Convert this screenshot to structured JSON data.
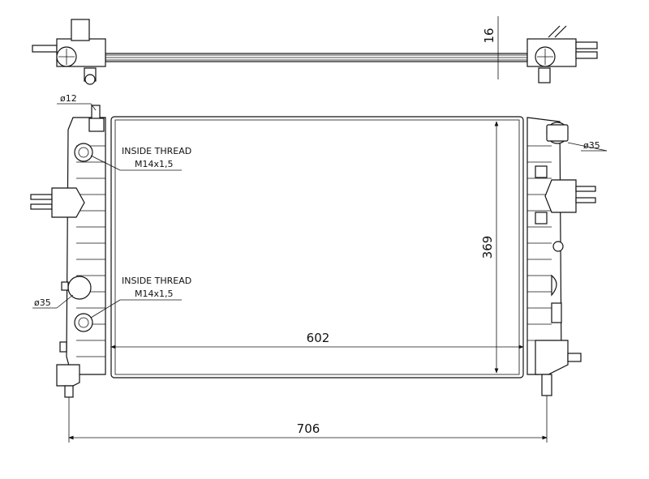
{
  "dimensions": {
    "top_thickness": "16",
    "core_width": "602",
    "core_height": "369",
    "overall_width": "706"
  },
  "callouts": {
    "upper_thread_line1": "INSIDE THREAD",
    "upper_thread_line2": "M14x1,5",
    "lower_thread_line1": "INSIDE THREAD",
    "lower_thread_line2": "M14x1,5",
    "pipe_12": "ø12",
    "pipe_35_right": "ø35",
    "pipe_35_left": "ø35"
  }
}
